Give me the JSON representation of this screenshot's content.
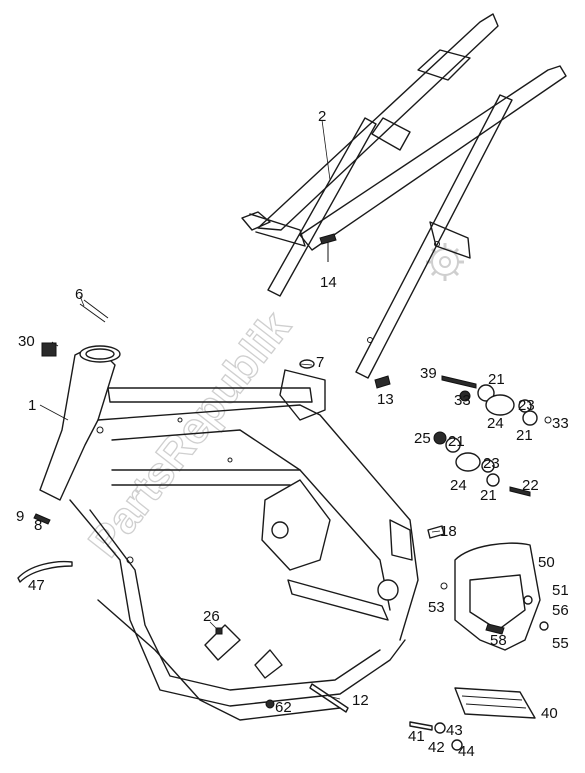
{
  "watermark": "PartsRepublik",
  "callouts": [
    "1",
    "2",
    "6",
    "7",
    "8",
    "9",
    "12",
    "13",
    "14",
    "18",
    "21",
    "22",
    "23",
    "24",
    "25",
    "26",
    "30",
    "33",
    "39",
    "40",
    "41",
    "42",
    "43",
    "44",
    "47",
    "50",
    "51",
    "53",
    "55",
    "56",
    "58",
    "62"
  ]
}
